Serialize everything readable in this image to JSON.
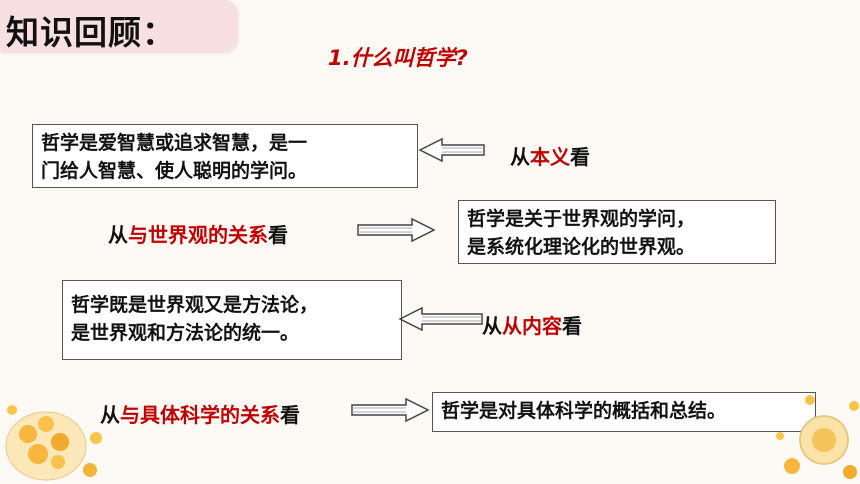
{
  "header": {
    "title": "知识回顾："
  },
  "question": "1.什么叫哲学?",
  "rows": [
    {
      "box_lines": [
        "哲学是爱智慧或追求智慧，是一",
        "门给人智慧、使人聪明的学问。"
      ],
      "label_prefix": "从",
      "label_highlight": "本义",
      "label_suffix": "看"
    },
    {
      "box_lines": [
        "哲学是关于世界观的学问，",
        "是系统化理论化的世界观。"
      ],
      "label_prefix": "从",
      "label_highlight": "与世界观的关系",
      "label_suffix": "看"
    },
    {
      "box_lines": [
        "哲学既是世界观又是方法论，",
        "是世界观和方法论的统一。"
      ],
      "label_prefix": "从",
      "label_highlight": "从内容",
      "label_suffix": "看"
    },
    {
      "box_lines": [
        "哲学是对具体科学的概括和总结。"
      ],
      "label_prefix": "从",
      "label_highlight": "与具体科学的关系",
      "label_suffix": "看"
    }
  ],
  "colors": {
    "accent": "#c00000",
    "tab": "#f7dfe2",
    "background": "#fdf9f4"
  }
}
